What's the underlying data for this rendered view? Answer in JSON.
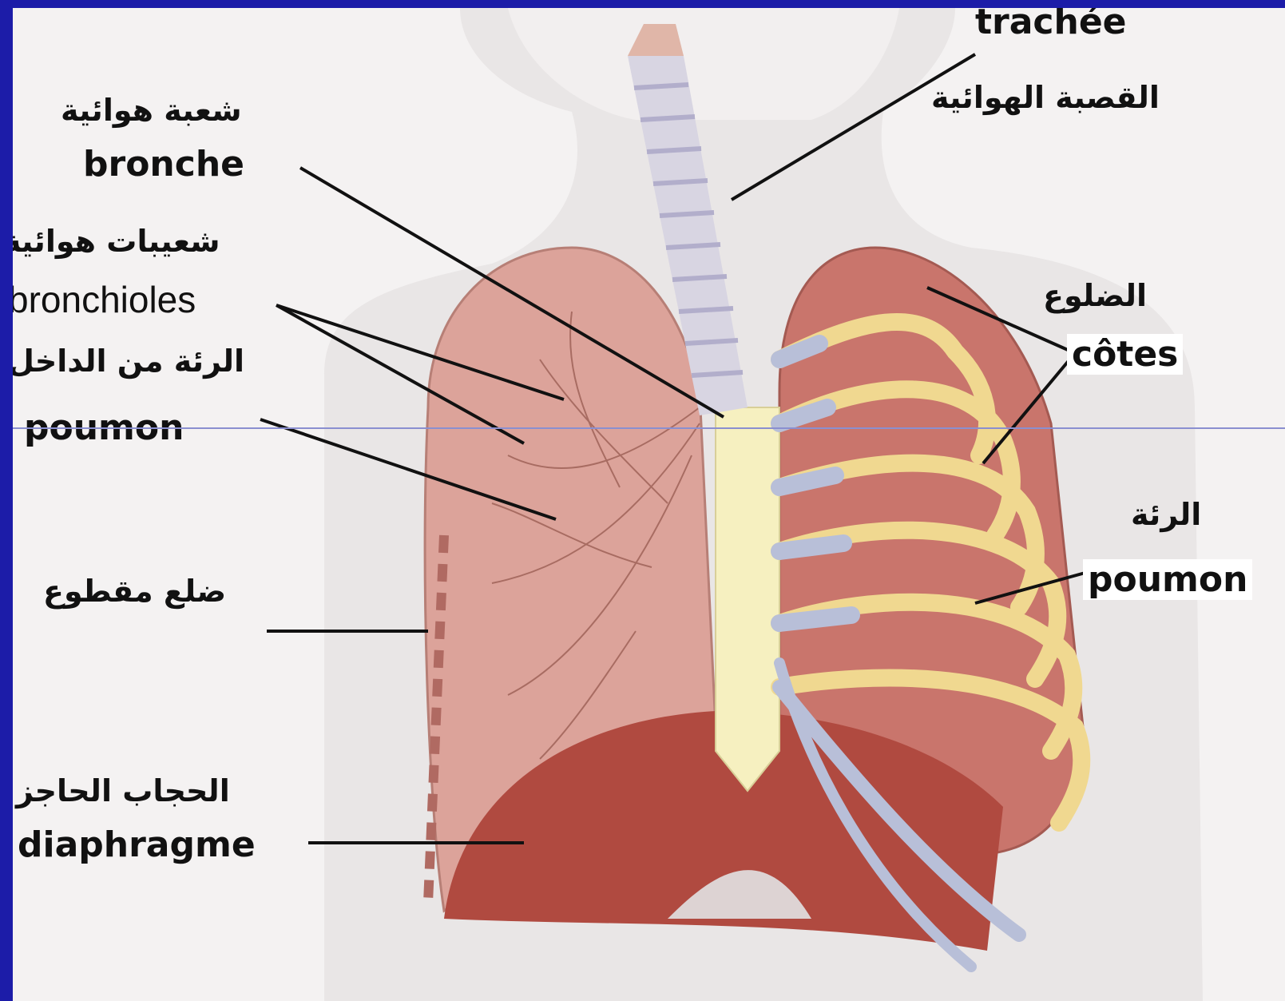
{
  "labels": {
    "trachee_fr": "trachée",
    "trachee_ar": "القصبة الهوائية",
    "bronche_ar": "شعبة هوائية",
    "bronche_fr": "bronche",
    "bronchioles_ar": "شعيبات هوائية",
    "bronchioles_fr": "bronchioles",
    "poumon_inside_ar": "الرئة من الداخل",
    "poumon_inside_fr": "poumon",
    "cotes_ar": "الضلوع",
    "cotes_fr": "côtes",
    "poumon_ar": "الرئة",
    "poumon_fr": "poumon",
    "cut_rib_ar": "ضلع مقطوع",
    "diaphragme_ar": "الحجاب الحاجز",
    "diaphragme_fr": "diaphragme"
  },
  "colors": {
    "frame_border": "#1c1ca8",
    "lung": "#c77a72",
    "rib": "#f0d890",
    "cartilage": "#b8bfd8",
    "diaphragm": "#b04a40"
  }
}
